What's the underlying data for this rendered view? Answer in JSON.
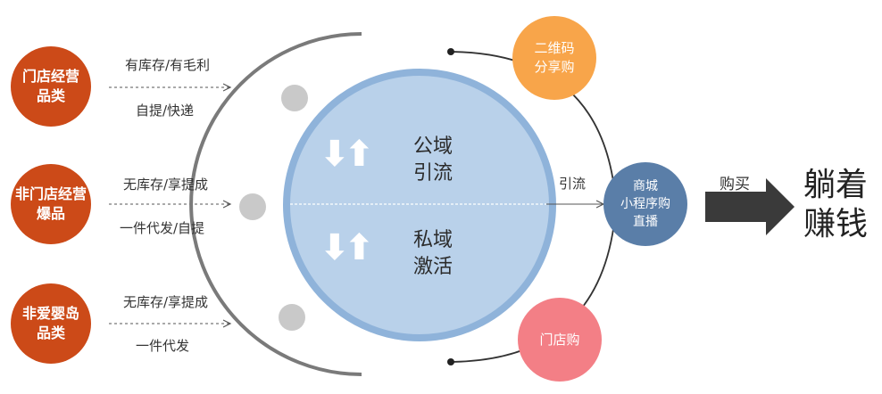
{
  "categories": [
    {
      "label": "门店经营\n品类",
      "line1": "有库存/有毛利",
      "line2": "自提/快递"
    },
    {
      "label": "非门店经营\n爆品",
      "line1": "无库存/享提成",
      "line2": "一件代发/自提"
    },
    {
      "label": "非爱婴岛\n品类",
      "line1": "无库存/享提成",
      "line2": "一件代发"
    }
  ],
  "center": {
    "public_domain": "公域\n引流",
    "private_domain": "私域\n激活",
    "flow_label": "引流"
  },
  "nodes": {
    "qr_share": "二维码\n分享购",
    "mall": "商城\n小程序购\n直播",
    "store_buy": "门店购"
  },
  "buy_label": "购买",
  "result": "躺着\n赚钱",
  "colors": {
    "category": "#cc4a18",
    "big_circle": "#b9d1ea",
    "big_circle_ring": "#8fb3da",
    "qr_share": "#f8a54a",
    "mall": "#5a7ea8",
    "store_buy": "#f37f86",
    "arrow": "#3a3a3a"
  }
}
